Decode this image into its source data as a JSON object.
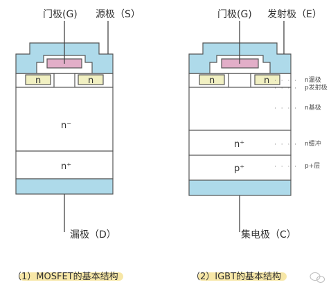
{
  "colors": {
    "outline": "#555555",
    "blue": "#aedaea",
    "gate": "#e2aec8",
    "n_region": "#f1f0c2",
    "p_white": "#ffffff",
    "highlight": "#f7e7a7"
  },
  "mosfet": {
    "gate_label": "门极(G)",
    "source_label": "源极（S）",
    "drain_label": "漏极（D）",
    "n_left": "n",
    "n_right": "n",
    "n_minus": "n⁻",
    "n_plus": "n⁺",
    "caption": "（1）MOSFET的基本结构"
  },
  "igbt": {
    "gate_label": "门极(G)",
    "emitter_label": "发射极（E）",
    "collector_label": "集电极（C）",
    "n_left": "n",
    "n_right": "n",
    "n_plus": "n⁺",
    "p_plus": "p⁺",
    "caption": "（2）IGBT的基本结构",
    "annotations": {
      "n_drain": "n漏极",
      "p_emitter": "p发射极",
      "n_base": "n基极",
      "n_buffer": "n缓冲",
      "p_layer": "p+层"
    }
  }
}
